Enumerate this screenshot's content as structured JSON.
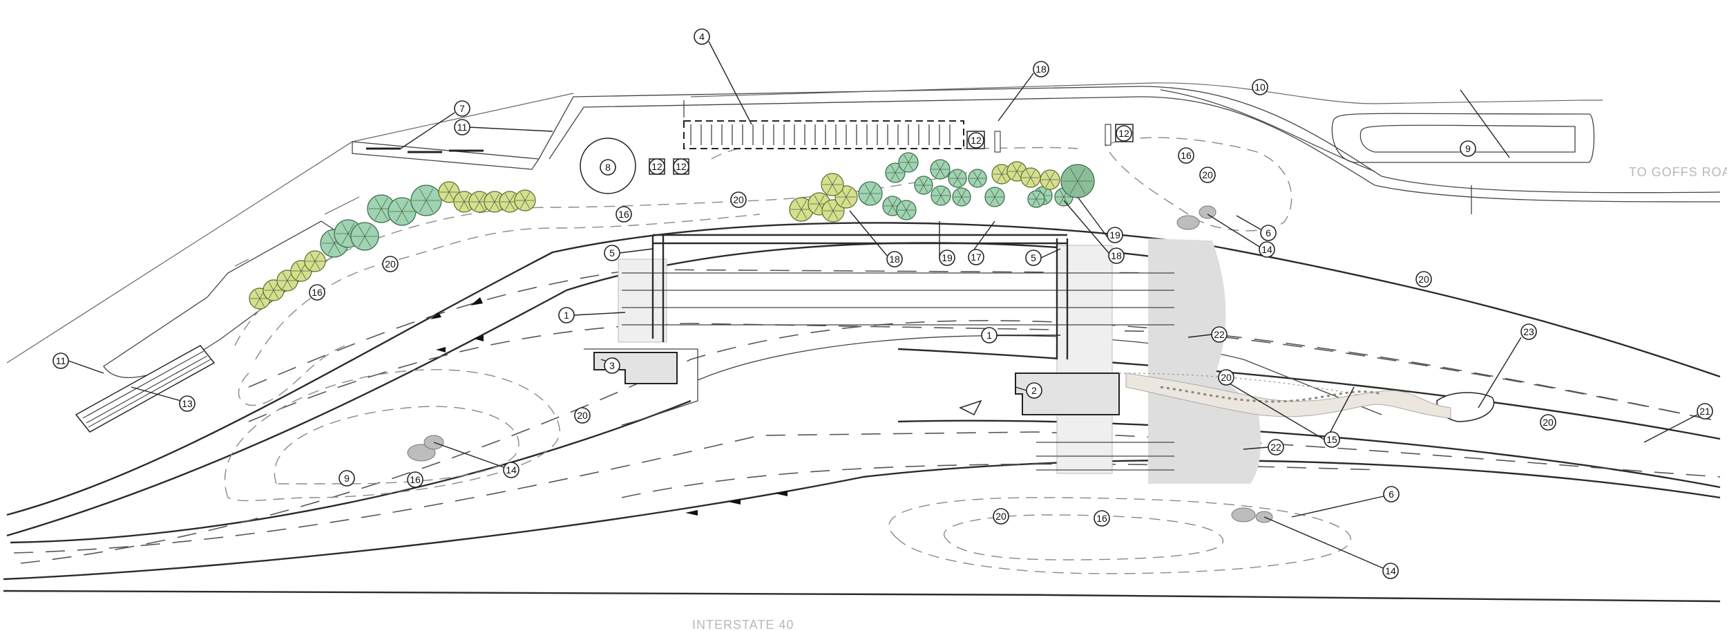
{
  "labels": {
    "road_goffs": "TO GOFFS ROAD",
    "road_interstate": "INTERSTATE 40"
  },
  "colors": {
    "tree_green": "#9fd3b1",
    "tree_yellow": "#d7df8c",
    "tree_dark": "#8bbd99",
    "building": "#e3e3e3",
    "shade": "#dedede",
    "rock": "#bdbdbd"
  },
  "callouts": [
    {
      "n": "1"
    },
    {
      "n": "1"
    },
    {
      "n": "2"
    },
    {
      "n": "3"
    },
    {
      "n": "4"
    },
    {
      "n": "5"
    },
    {
      "n": "5"
    },
    {
      "n": "6"
    },
    {
      "n": "6"
    },
    {
      "n": "7"
    },
    {
      "n": "8"
    },
    {
      "n": "9"
    },
    {
      "n": "9"
    },
    {
      "n": "10"
    },
    {
      "n": "11"
    },
    {
      "n": "11"
    },
    {
      "n": "12"
    },
    {
      "n": "12"
    },
    {
      "n": "12"
    },
    {
      "n": "12"
    },
    {
      "n": "13"
    },
    {
      "n": "14"
    },
    {
      "n": "14"
    },
    {
      "n": "14"
    },
    {
      "n": "15"
    },
    {
      "n": "16"
    },
    {
      "n": "16"
    },
    {
      "n": "16"
    },
    {
      "n": "16"
    },
    {
      "n": "16"
    },
    {
      "n": "17"
    },
    {
      "n": "18"
    },
    {
      "n": "18"
    },
    {
      "n": "18"
    },
    {
      "n": "19"
    },
    {
      "n": "19"
    },
    {
      "n": "20"
    },
    {
      "n": "20"
    },
    {
      "n": "20"
    },
    {
      "n": "20"
    },
    {
      "n": "20"
    },
    {
      "n": "20"
    },
    {
      "n": "20"
    },
    {
      "n": "20"
    },
    {
      "n": "21"
    },
    {
      "n": "22"
    },
    {
      "n": "22"
    },
    {
      "n": "23"
    }
  ]
}
